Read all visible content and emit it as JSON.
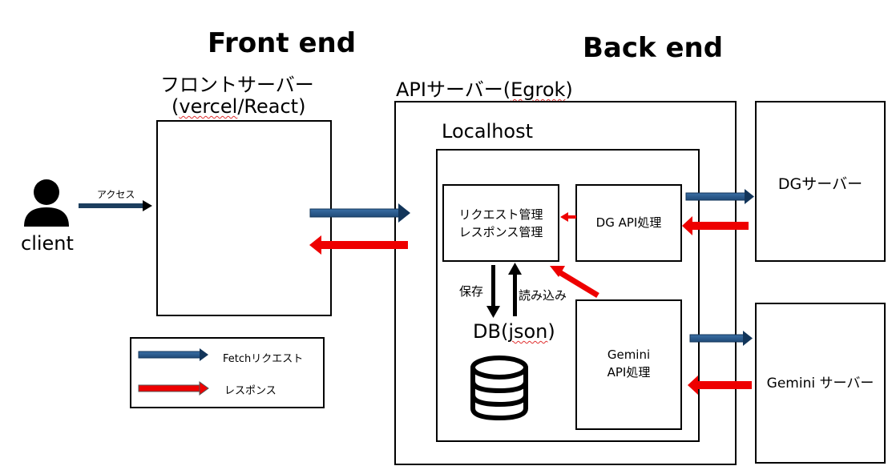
{
  "headings": {
    "front": "Front end",
    "back": "Back end"
  },
  "client": {
    "label": "client",
    "access_label": "アクセス"
  },
  "front_server": {
    "title_line1": "フロントサーバー",
    "title_line2_pre": "(",
    "title_line2_wavy": "vercel",
    "title_line2_post": "/React)"
  },
  "api_server": {
    "title_pre": "APIサーバー(",
    "title_wavy": "Egrok",
    "title_post": ")"
  },
  "localhost": {
    "title": "Localhost"
  },
  "request_box": {
    "line1": "リクエスト管理",
    "line2": "レスポンス管理"
  },
  "dg_api": {
    "label": "DG API処理"
  },
  "gemini_api": {
    "line1": "Gemini",
    "line2": "API処理"
  },
  "db": {
    "label_pre": "DB(",
    "label_wavy": "json",
    "label_post": ")",
    "save_label": "保存",
    "read_label": "読み込み"
  },
  "dg_server": {
    "label": "DGサーバー"
  },
  "gemini_server": {
    "label": "Gemini サーバー"
  },
  "legend": {
    "fetch_label": "Fetchリクエスト",
    "response_label": "レスポンス"
  },
  "colors": {
    "request": "#2e5a8a",
    "response": "#ee0000",
    "line": "#000000"
  }
}
